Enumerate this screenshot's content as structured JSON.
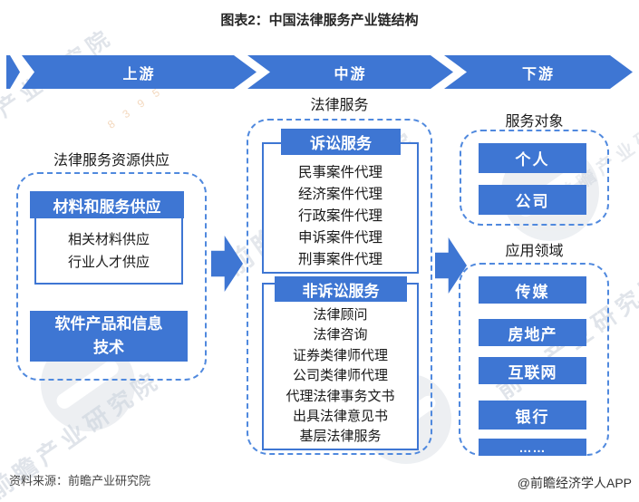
{
  "title": "图表2：中国法律服务产业链结构",
  "banner": {
    "segments": [
      {
        "label": "上游"
      },
      {
        "label": "中游"
      },
      {
        "label": "下游"
      }
    ]
  },
  "upstream": {
    "section_label": "法律服务资源供应",
    "supply_header": "材料和服务供应",
    "supply_items": [
      "相关材料供应",
      "行业人才供应"
    ],
    "software_lines": [
      "软件产品和信息",
      "技术"
    ]
  },
  "midstream": {
    "section_label": "法律服务",
    "litigation": {
      "header": "诉讼服务",
      "items": [
        "民事案件代理",
        "经济案件代理",
        "行政案件代理",
        "申诉案件代理",
        "刑事案件代理"
      ]
    },
    "non_litigation": {
      "header": "非诉讼服务",
      "items": [
        "法律顾问",
        "法律咨询",
        "证券类律师代理",
        "公司类律师代理",
        "代理法律事务文书",
        "出具法律意见书",
        "基层法律服务"
      ]
    }
  },
  "downstream": {
    "targets": {
      "label": "服务对象",
      "items": [
        "个人",
        "公司"
      ]
    },
    "fields": {
      "label": "应用领域",
      "items": [
        "传媒",
        "房地产",
        "互联网",
        "银行",
        "……"
      ]
    }
  },
  "footer": {
    "source": "资料来源：前瞻产业研究院",
    "credit": "@前瞻经济学人APP"
  },
  "watermark": {
    "text": "前瞻产业研究院",
    "digits": "8 3 9 5 9 9"
  },
  "colors": {
    "primary_blue": "#3E76D3",
    "dashed_blue": "#5089DE"
  }
}
